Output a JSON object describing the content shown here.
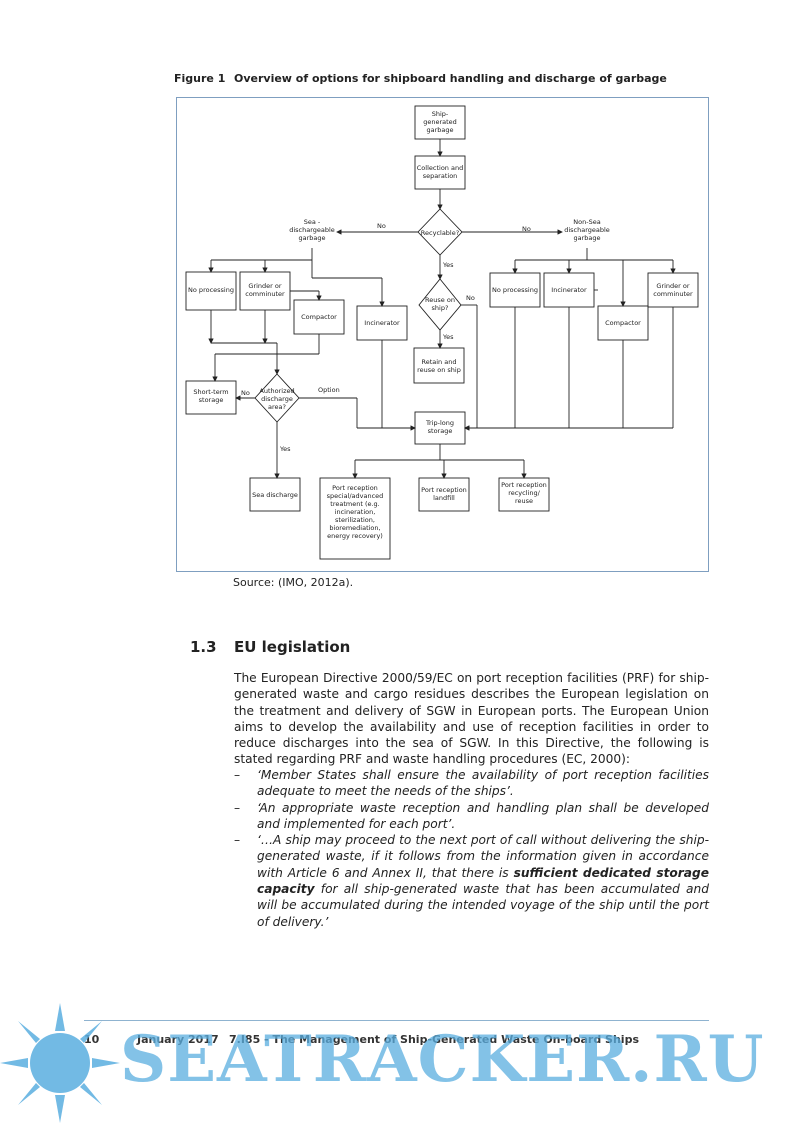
{
  "figure": {
    "number": "Figure 1",
    "title": "Overview of options for shipboard handling and discharge of garbage",
    "nodes": {
      "ship_generated": [
        "Ship-",
        "generated",
        "garbage"
      ],
      "collection": [
        "Collection and",
        "separation"
      ],
      "recyclable": "Recyclable?",
      "sea_dischargeable": [
        "Sea -",
        "dischargeable",
        "garbage"
      ],
      "non_sea": [
        "Non-Sea",
        "dischargeable",
        "garbage"
      ],
      "no_processing_left": "No processing",
      "grinder_left": [
        "Grinder or",
        "comminuter"
      ],
      "compactor_left": "Compactor",
      "incinerator_left": "Incinerator",
      "reuse": [
        "Reuse on",
        "ship?"
      ],
      "retain": [
        "Retain and",
        "reuse on ship"
      ],
      "no_processing_right": "No processing",
      "incinerator_right": "Incinerator",
      "grinder_right": [
        "Grinder or",
        "comminuter"
      ],
      "compactor_right": "Compactor",
      "short_term": [
        "Short-term",
        "storage"
      ],
      "authorized": [
        "Authorized",
        "discharge",
        "area?"
      ],
      "long_storage": [
        "Trip-long",
        "storage"
      ],
      "sea_discharge": "Sea discharge",
      "prf_special": [
        "Port reception",
        "special/advanced",
        "treatment (e.g.",
        "incineration,",
        "sterilization,",
        "bioremediation,",
        "energy recovery)"
      ],
      "prf_landfill": [
        "Port reception",
        "landfill"
      ],
      "prf_recycling": [
        "Port reception",
        "recycling/",
        "reuse"
      ]
    },
    "edge_labels": {
      "no": "No",
      "yes": "Yes",
      "option": "Option"
    },
    "source": "Source: (IMO, 2012a)."
  },
  "section": {
    "number": "1.3",
    "title": "EU legislation",
    "paragraph": "The European Directive 2000/59/EC on port reception facilities (PRF) for ship-generated waste and cargo residues describes the European legislation on the treatment and delivery of SGW in European ports. The European Union aims to develop the availability and use of reception facilities in order to reduce discharges into the sea of SGW. In this Directive, the following is stated regarding PRF and waste handling procedures (EC, 2000):",
    "bullets": [
      {
        "dash": "–",
        "text": "‘Member States shall ensure the availability of port reception facilities adequate to meet the needs of the ships’."
      },
      {
        "dash": "–",
        "text": "‘An appropriate waste reception and handling plan shall be developed and implemented for each port’."
      },
      {
        "dash": "–",
        "before": "‘…A ship may proceed to the next port of call without delivering the ship-generated waste, if it follows from the information given in accordance with Article 6 and Annex II, that there is ",
        "bold": "sufficient dedicated storage capacity",
        "after": " for all ship-generated waste that has been accumulated and will be accumulated during the intended voyage of the ship until the port of delivery.’"
      }
    ]
  },
  "footer": {
    "page": "10",
    "date": "January 2017",
    "report": "7.I85 - The Management of Ship-Generated Waste On-board Ships"
  },
  "watermark": {
    "text": "SEATRACKER.RU",
    "color": "#5aaee0"
  }
}
